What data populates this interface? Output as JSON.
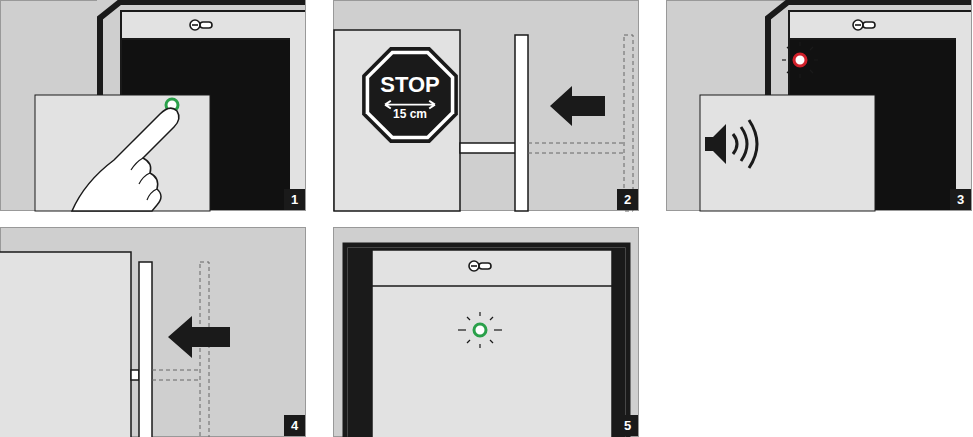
{
  "diagram": {
    "nodes": [
      {
        "text": [
          "STOP",
          "15 cm"
        ]
      }
    ],
    "labels": [
      "1",
      "2",
      "3",
      "4",
      "5"
    ]
  }
}
